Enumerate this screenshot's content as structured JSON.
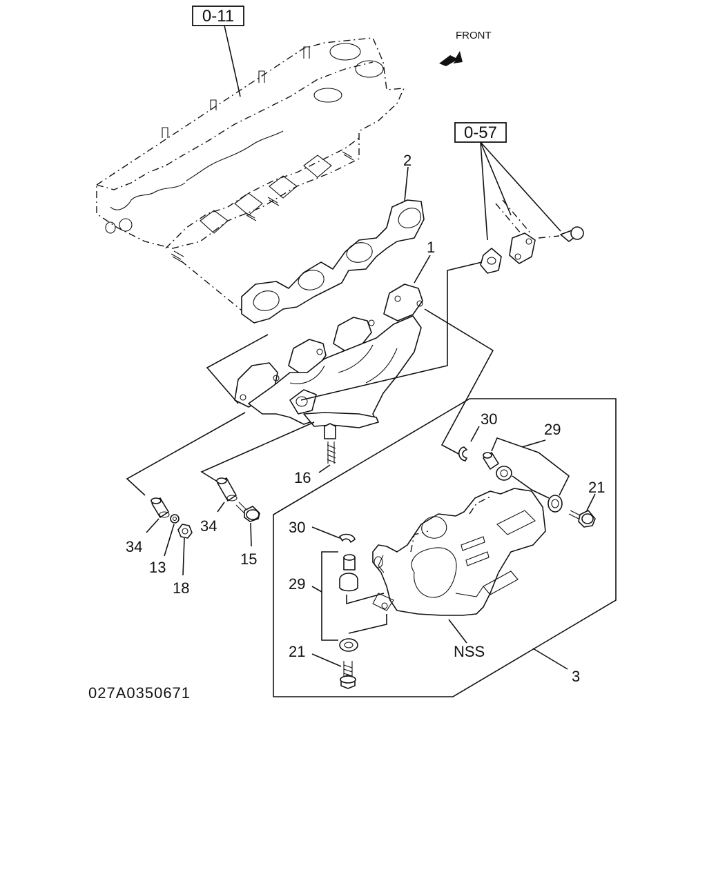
{
  "refs": {
    "head": "0-11",
    "egr": "0-57"
  },
  "front_label": "FRONT",
  "parts": {
    "p1": "1",
    "p2": "2",
    "p3": "3",
    "p13": "13",
    "p15": "15",
    "p16": "16",
    "p18": "18",
    "p21a": "21",
    "p21b": "21",
    "p29a": "29",
    "p29b": "29",
    "p30a": "30",
    "p30b": "30",
    "p34a": "34",
    "p34b": "34",
    "nss": "NSS"
  },
  "drawing_code": "027A0350671"
}
